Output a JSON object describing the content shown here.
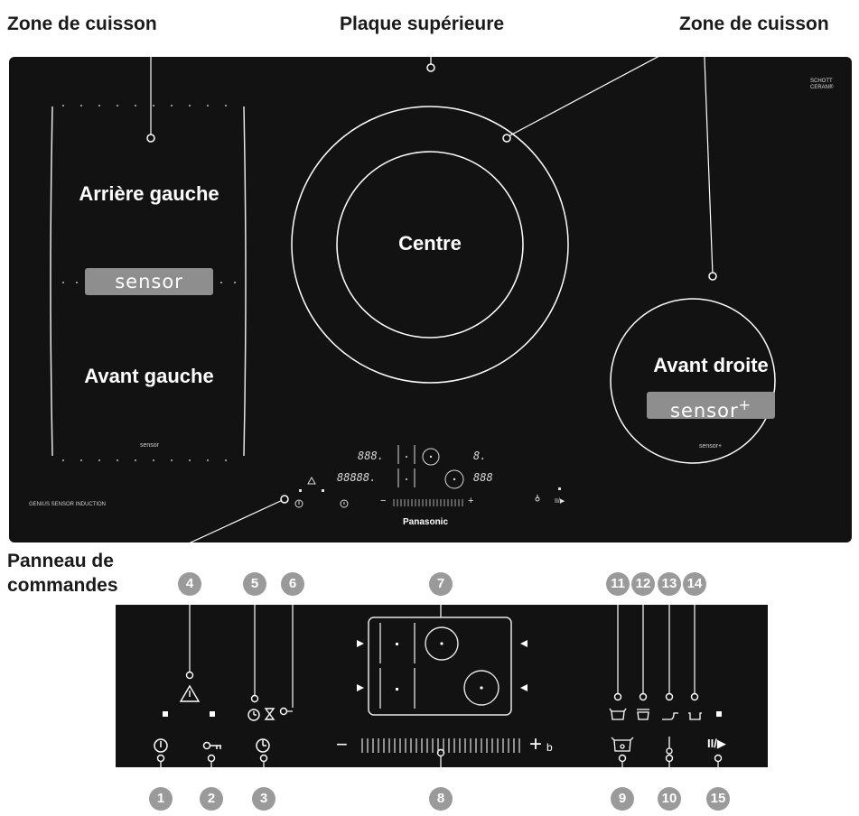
{
  "top_labels": {
    "zone_left": "Zone de cuisson",
    "plate": "Plaque supérieure",
    "zone_right": "Zone de cuisson"
  },
  "panel_label": {
    "line1": "Panneau de",
    "line2": "commandes"
  },
  "zones": {
    "rear_left": "Arrière gauche",
    "front_left": "Avant gauche",
    "center": "Centre",
    "front_right": "Avant droite"
  },
  "badges": {
    "sensor": "sensor",
    "sensor_plus": "sensor",
    "plus_sign": "+"
  },
  "small_text": {
    "sensor_left": "sensor",
    "sensor_right": "sensor+",
    "genius": "GENIUS SENSOR INDUCTION",
    "brand": "Panasonic",
    "schott_line1": "SCHOTT",
    "schott_line2": "CERAN®"
  },
  "mini_displays": {
    "row1_left": "888.",
    "row1_right": "8.",
    "row2_left": "88888.",
    "row2_right": "888"
  },
  "panel_symbols": {
    "minus": "−",
    "plus": "+",
    "b": "b",
    "pause_play": "II/▶"
  },
  "callouts": [
    "1",
    "2",
    "3",
    "4",
    "5",
    "6",
    "7",
    "8",
    "9",
    "10",
    "11",
    "12",
    "13",
    "14",
    "15"
  ],
  "colors": {
    "cooktop": "#121212",
    "badge": "#8e8e8e",
    "callout": "#9a9a9a",
    "lines": "#ffffff"
  }
}
